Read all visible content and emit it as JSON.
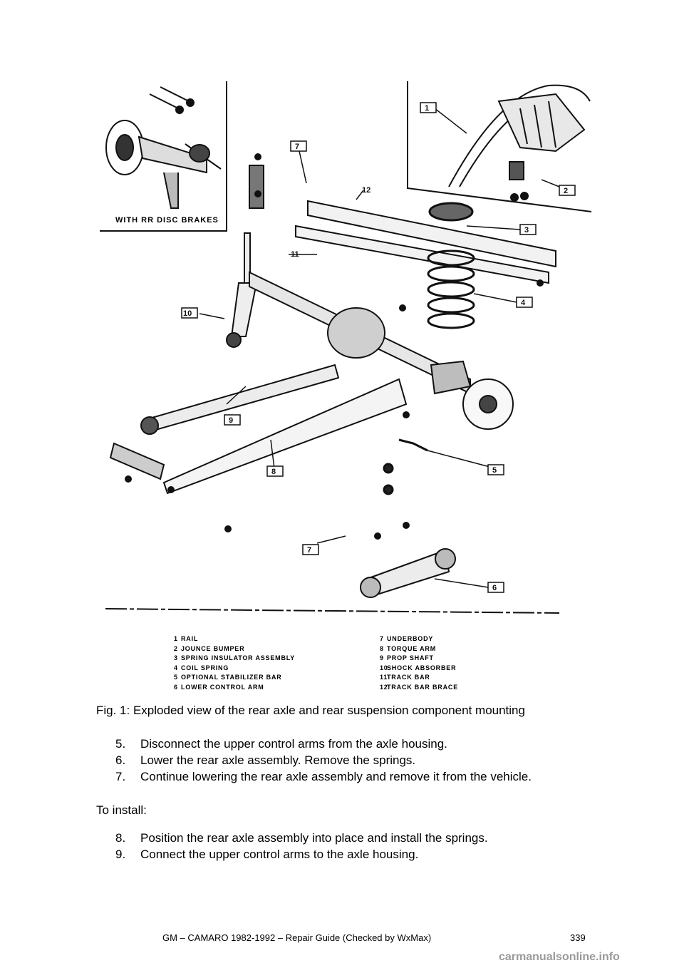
{
  "figure": {
    "inset_label": "WITH RR DISC BRAKES",
    "callouts": [
      "1",
      "2",
      "3",
      "4",
      "5",
      "6",
      "7",
      "8",
      "9",
      "10",
      "11",
      "12",
      "7"
    ]
  },
  "legend": {
    "left": [
      {
        "num": "1",
        "label": "RAIL"
      },
      {
        "num": "2",
        "label": "JOUNCE BUMPER"
      },
      {
        "num": "3",
        "label": "SPRING INSULATOR ASSEMBLY"
      },
      {
        "num": "4",
        "label": "COIL SPRING"
      },
      {
        "num": "5",
        "label": "OPTIONAL STABILIZER BAR"
      },
      {
        "num": "6",
        "label": "LOWER CONTROL ARM"
      }
    ],
    "right": [
      {
        "num": "7",
        "label": "UNDERBODY"
      },
      {
        "num": "8",
        "label": "TORQUE ARM"
      },
      {
        "num": "9",
        "label": "PROP SHAFT"
      },
      {
        "num": "10",
        "label": "SHOCK ABSORBER"
      },
      {
        "num": "11",
        "label": "TRACK BAR"
      },
      {
        "num": "12",
        "label": "TRACK BAR BRACE"
      }
    ]
  },
  "caption": "Fig. 1: Exploded view of the rear axle and rear suspension component mounting",
  "steps_a": [
    {
      "n": "5.",
      "text": "Disconnect the upper control arms from the axle housing."
    },
    {
      "n": "6.",
      "text": "Lower the rear axle assembly. Remove the springs."
    },
    {
      "n": "7.",
      "text": "Continue lowering the rear axle assembly and remove it from the vehicle."
    }
  ],
  "install_heading": "To install:",
  "steps_b": [
    {
      "n": "8.",
      "text": "Position the rear axle assembly into place and install the springs."
    },
    {
      "n": "9.",
      "text": "Connect the upper control arms to the axle housing."
    }
  ],
  "footer": "GM – CAMARO 1982-1992 – Repair Guide (Checked by WxMax)",
  "page_number": "339",
  "watermark": "carmanualsonline.info"
}
